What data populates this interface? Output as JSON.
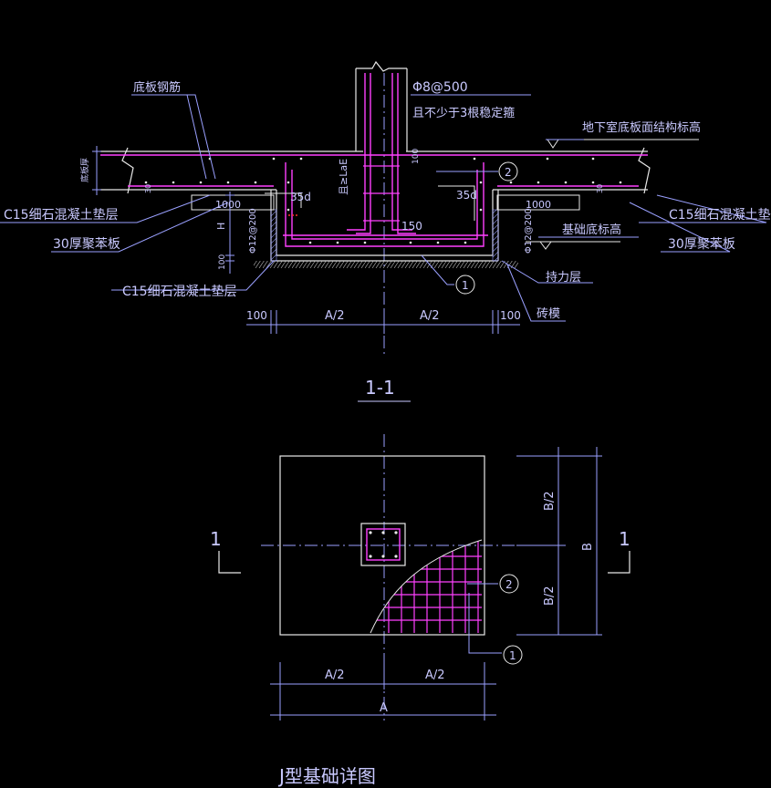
{
  "colors": {
    "background": "#000000",
    "line": "#9aa0ff",
    "rebar": "#ff40ff",
    "text": "#c9c9ff",
    "white": "#e8e8e8",
    "red": "#ff3030"
  },
  "section": {
    "label_slab_rebar": "底板钢筋",
    "label_slab_thickness": "底板厚",
    "label_tie": "Φ8@500",
    "label_tie_note": "且不少于3根稳定箍",
    "label_basement_elev": "地下室底板面结构标高",
    "label_lae": "且≥LaE",
    "label_35d_left": "35d",
    "label_35d_right": "35d",
    "label_100_top": "100",
    "label_150": "150",
    "label_30_left": "30",
    "label_30_right": "30",
    "label_1000_left": "1000",
    "label_1000_right": "1000",
    "label_h": "H",
    "label_100_left": "100",
    "label_wall_rebar_left": "Φ12@200",
    "label_wall_rebar_right": "Φ12@200",
    "label_c15_left": "C15细石混凝土垫层",
    "label_c15_right": "C15细石混凝土垫层",
    "label_eps_left": "30厚聚苯板",
    "label_eps_right": "30厚聚苯板",
    "label_found_elev": "基础底标高",
    "label_c15_bottom": "C15细石混凝土垫层",
    "label_bearing": "持力层",
    "label_brick": "砖模",
    "dim_100_left": "100",
    "dim_a2_left": "A/2",
    "dim_a2_right": "A/2",
    "dim_100_right": "100",
    "marker_2": "2",
    "marker_1": "1",
    "section_title": "1-1"
  },
  "plan": {
    "dim_b2_top": "B/2",
    "dim_b": "B",
    "dim_b2_bottom": "B/2",
    "dim_a2_left": "A/2",
    "dim_a2_right": "A/2",
    "dim_a": "A",
    "cut_left": "1",
    "cut_right": "1",
    "marker_2": "2",
    "marker_1": "1",
    "title": "J型基础详图"
  }
}
